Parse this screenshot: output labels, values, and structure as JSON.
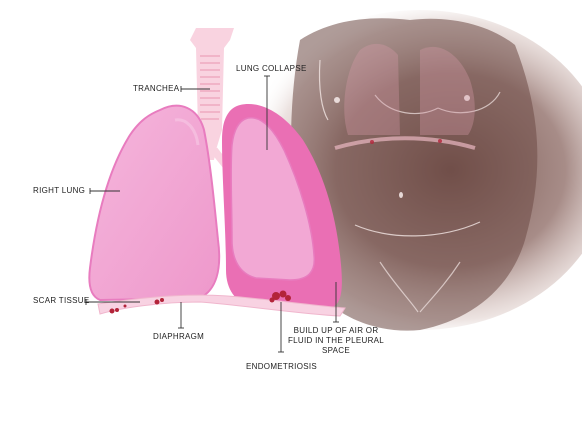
{
  "labels": {
    "trachea": "TRANCHEA",
    "lung_collapse": "LUNG COLLAPSE",
    "right_lung": "RIGHT LUNG",
    "scar_tissue": "SCAR TISSUE",
    "diaphragm": "DIAPHRAGM",
    "buildup_line1": "BUILD UP OF AIR OR",
    "buildup_line2": "FLUID IN THE PLEURAL",
    "buildup_line3": "SPACE",
    "endometriosis": "ENDOMETRIOSIS"
  },
  "colors": {
    "lung_fill": "#f2a8d4",
    "lung_inner": "#f7c4e2",
    "lung_outline": "#e87cbf",
    "collapsed_space": "#ea6fb4",
    "trachea": "#f9d3e0",
    "diaphragm": "#f8d2e2",
    "endometriosis": "#b3243a",
    "body_skin": "#6b4a44",
    "label_text": "#222222",
    "leader_line": "#333333"
  }
}
